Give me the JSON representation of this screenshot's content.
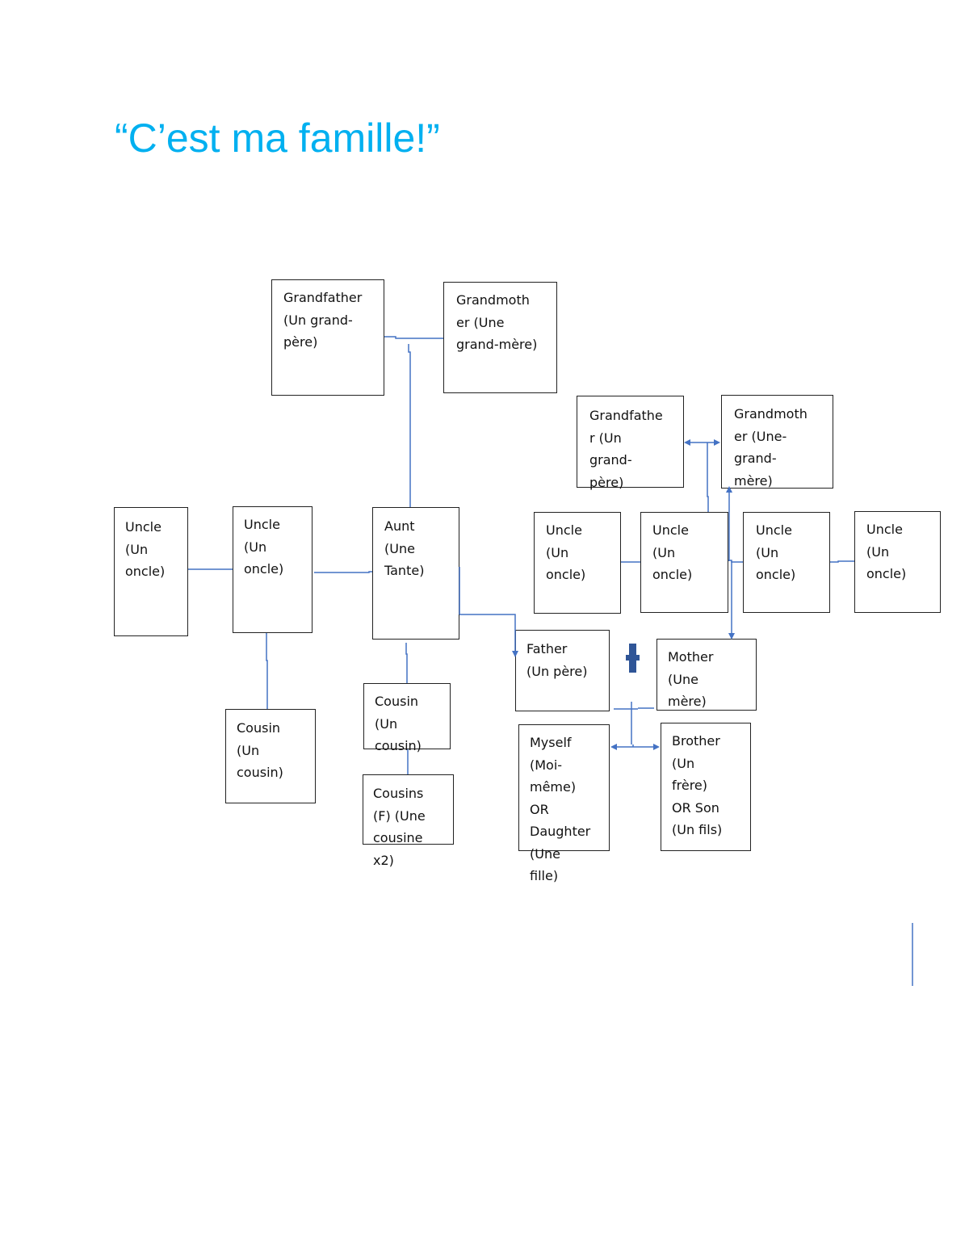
{
  "title": "“C’est ma famille!”",
  "colors": {
    "title": "#00b0f0",
    "connector": "#4472c4",
    "box_border": "#222222"
  },
  "nodes": [
    {
      "id": "grandfather-paternal",
      "text": "Grandfather\n(Un grand-\npère)"
    },
    {
      "id": "grandmother-paternal",
      "text": "Grandmoth\ner (Une\ngrand-mère)"
    },
    {
      "id": "grandfather-maternal",
      "text": "Grandfathe\nr (Un\ngrand-\npère)"
    },
    {
      "id": "grandmother-maternal",
      "text": "Grandmoth\ner (Une-\ngrand-\nmère)"
    },
    {
      "id": "uncle-1",
      "text": "Uncle\n(Un\noncle)"
    },
    {
      "id": "uncle-2",
      "text": "Uncle\n(Un\noncle)"
    },
    {
      "id": "aunt",
      "text": " Aunt\n(Une\nTante)"
    },
    {
      "id": "uncle-3",
      "text": "Uncle\n(Un\noncle)"
    },
    {
      "id": "uncle-4",
      "text": "Uncle\n(Un\noncle)"
    },
    {
      "id": "uncle-5",
      "text": "Uncle\n(Un\noncle)"
    },
    {
      "id": "uncle-6",
      "text": "Uncle\n(Un\noncle)"
    },
    {
      "id": "father",
      "text": "Father\n(Un père)"
    },
    {
      "id": "mother",
      "text": "Mother\n(Une\nmère)"
    },
    {
      "id": "cousin-1",
      "text": "Cousin\n(Un\ncousin)"
    },
    {
      "id": "cousin-2",
      "text": "Cousin\n(Un\ncousin)"
    },
    {
      "id": "cousins-f",
      "text": " Cousins\n(F) (Une\ncousine\nx2)"
    },
    {
      "id": "myself",
      "text": "Myself\n(Moi-\nmême)\nOR\nDaughter\n(Une\nfille)"
    },
    {
      "id": "brother",
      "text": "Brother\n(Un\nfrère)\nOR Son\n(Un fils)"
    }
  ],
  "symbols": {
    "plus": "+"
  }
}
